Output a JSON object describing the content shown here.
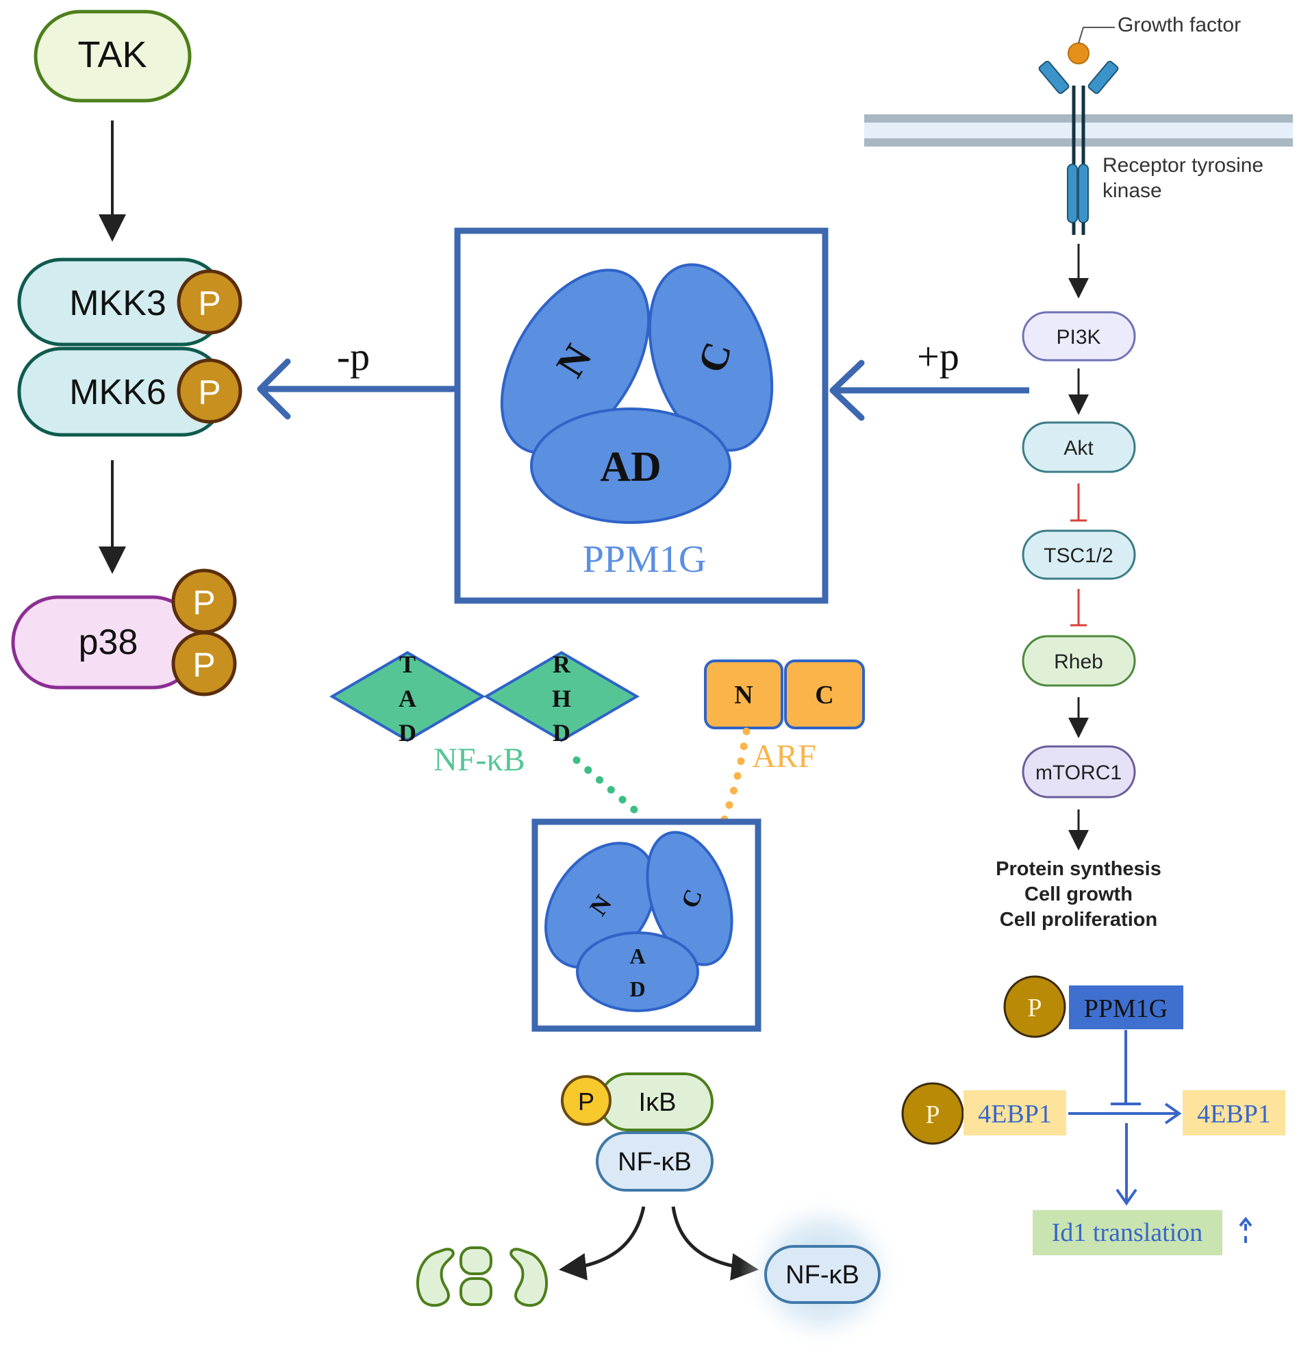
{
  "colors": {
    "ppm1g_blue": "#3d68b0",
    "ellipse_fill": "#5b8fe0",
    "ellipse_stroke": "#2f63c8",
    "phospho_fill": "#c8901f",
    "phospho_stroke": "#5a2e0c",
    "nfkb_green": "#56c596",
    "arf_orange": "#fbb449",
    "inhibit_red": "#d9403a",
    "label_blue": "#3866c8"
  },
  "left_pathway": {
    "tak": "TAK",
    "mkk3": "MKK3",
    "mkk6": "MKK6",
    "p38": "p38",
    "phospho": "P"
  },
  "ppm1g_main": {
    "domain_n": "N",
    "domain_c": "C",
    "domain_ad": "AD",
    "label": "PPM1G",
    "dephos_label": "-p",
    "phos_label": "+p"
  },
  "nfkb_arf": {
    "nfkb_domains": {
      "tad": [
        "T",
        "A",
        "D"
      ],
      "rhd": [
        "R",
        "H",
        "D"
      ]
    },
    "nfkb_label": "NF-κB",
    "arf_domains": [
      "N",
      "C"
    ],
    "arf_label": "ARF",
    "small_ppm1g": {
      "n": "N",
      "c": "C",
      "ad": [
        "A",
        "D"
      ]
    }
  },
  "ikb_complex": {
    "phospho": "P",
    "ikb": "IκB",
    "nfkb": "NF-κB",
    "nuclear_nfkb": "NF-κB"
  },
  "rtk_pathway": {
    "growth_factor": "Growth factor",
    "receptor": [
      "Receptor tyrosine",
      "kinase"
    ],
    "nodes": [
      "PI3K",
      "Akt",
      "TSC1/2",
      "Rheb",
      "mTORC1"
    ],
    "outcomes": [
      "Protein synthesis",
      "Cell growth",
      "Cell proliferation"
    ]
  },
  "translation_panel": {
    "phospho": "P",
    "ppm1g": "PPM1G",
    "ebp_left": "4EBP1",
    "ebp_right": "4EBP1",
    "id1": "Id1 translation"
  }
}
